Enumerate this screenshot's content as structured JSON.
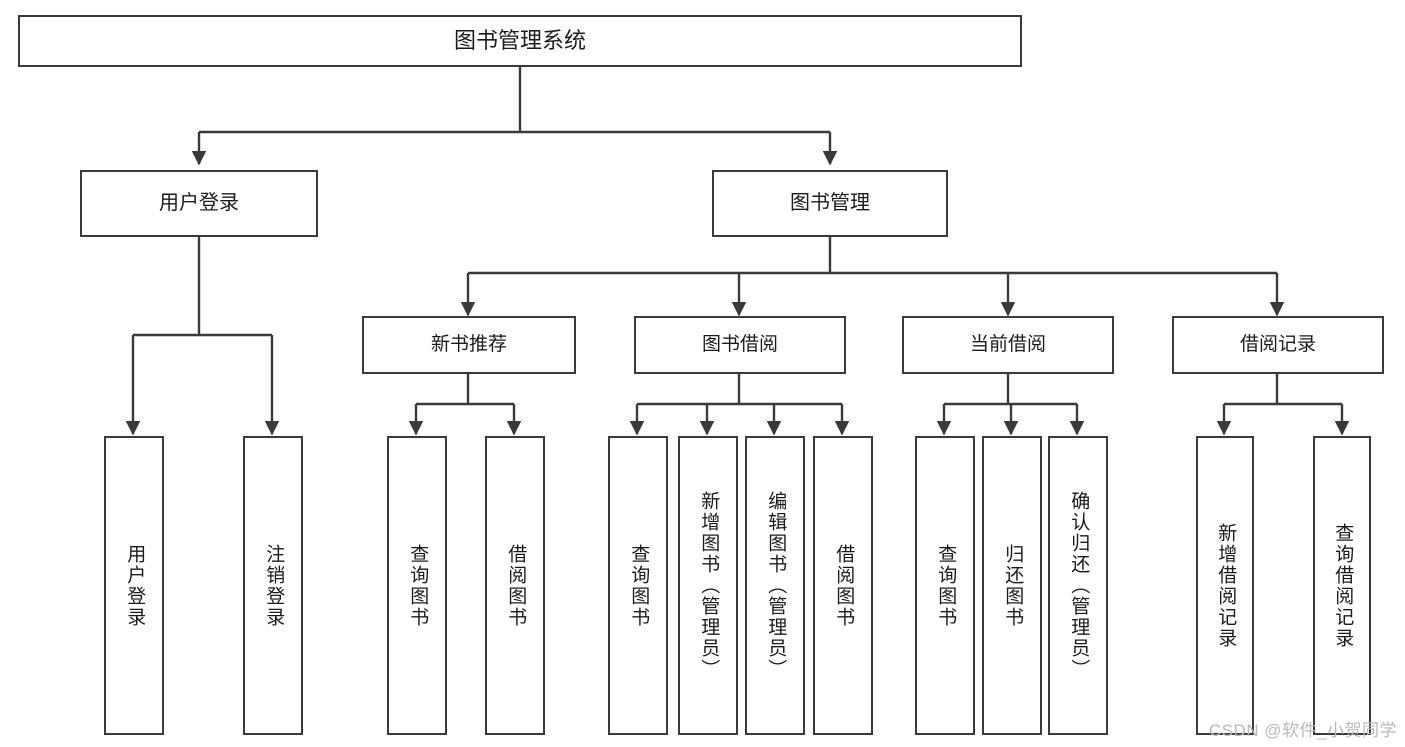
{
  "diagram": {
    "type": "tree",
    "title": "图书管理系统",
    "root": {
      "label": "图书管理系统"
    },
    "tier1": [
      {
        "label": "用户登录"
      },
      {
        "label": "图书管理"
      }
    ],
    "tier2": [
      {
        "label": "新书推荐"
      },
      {
        "label": "图书借阅"
      },
      {
        "label": "当前借阅"
      },
      {
        "label": "借阅记录"
      }
    ],
    "leaves": {
      "user_login": [
        {
          "label": "用户登录"
        },
        {
          "label": "注销登录"
        }
      ],
      "new_book_recommend": [
        {
          "label": "查询图书"
        },
        {
          "label": "借阅图书"
        }
      ],
      "book_borrow": [
        {
          "label": "查询图书"
        },
        {
          "label": "新增图书（管理员）"
        },
        {
          "label": "编辑图书（管理员）"
        },
        {
          "label": "借阅图书"
        }
      ],
      "current_borrow": [
        {
          "label": "查询图书"
        },
        {
          "label": "归还图书"
        },
        {
          "label": "确认归还（管理员）"
        }
      ],
      "borrow_record": [
        {
          "label": "新增借阅记录"
        },
        {
          "label": "查询借阅记录"
        }
      ]
    }
  },
  "watermark": {
    "text": "CSDN @软件_小贺同学"
  },
  "colors": {
    "border": "#3a3a3a",
    "text": "#1b1b1b",
    "background": "#ffffff",
    "watermark": "#b9b9b9"
  }
}
